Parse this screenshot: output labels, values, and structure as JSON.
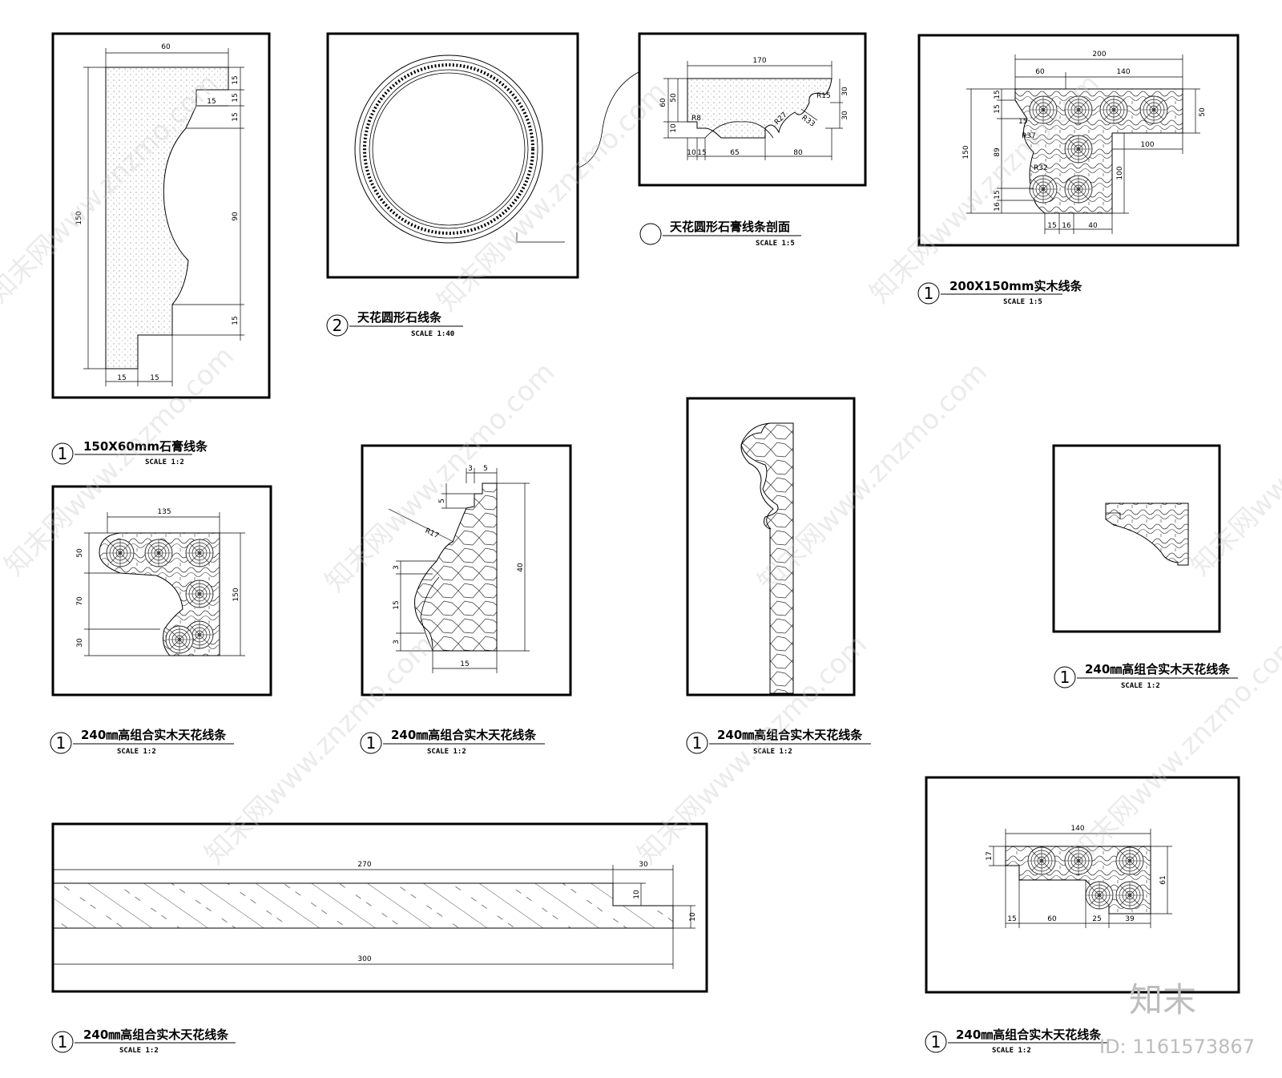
{
  "drawings": [
    {
      "id": "d1",
      "number": "1",
      "title": "150X60mm石膏线条",
      "scale": "SCALE 1:2",
      "dims": {
        "w": "60",
        "h": "150",
        "a": "15",
        "b": "15",
        "c": "15",
        "d": "15",
        "e": "90",
        "f": "15",
        "g": "15",
        "h2": "15"
      }
    },
    {
      "id": "d2",
      "number": "2",
      "title": "天花圆形石线条",
      "scale": "SCALE 1:40"
    },
    {
      "id": "d3",
      "number": "",
      "title": "天花圆形石膏线条剖面",
      "scale": "SCALE 1:5",
      "dims": {
        "w": "170",
        "h1": "60",
        "h2": "50",
        "h3": "10",
        "r1": "R15",
        "r2": "R33",
        "r3": "R27",
        "r4": "R8",
        "v1": "30",
        "v2": "30",
        "b1": "10",
        "b2": "15",
        "b3": "65",
        "b4": "80"
      }
    },
    {
      "id": "d4",
      "number": "1",
      "title": "200X150mm实木线条",
      "scale": "SCALE 1:5",
      "dims": {
        "w": "200",
        "w1": "60",
        "w2": "140",
        "h": "150",
        "v1": "15",
        "v2": "15",
        "v3": "89",
        "v4": "15",
        "v5": "16",
        "r1": "R37",
        "r2": "R32",
        "s1": "15",
        "r": "50",
        "m": "100",
        "m2": "100",
        "b1": "15",
        "b2": "16",
        "b3": "40"
      }
    },
    {
      "id": "d5",
      "number": "1",
      "title": "240㎜高组合实木天花线条",
      "scale": "SCALE 1:2",
      "dims": {
        "w": "135",
        "h": "150",
        "v1": "50",
        "v2": "70",
        "v3": "30"
      }
    },
    {
      "id": "d6",
      "number": "1",
      "title": "240㎜高组合实木天花线条",
      "scale": "SCALE 1:2",
      "dims": {
        "t1": "3",
        "t2": "5",
        "v1": "5",
        "r": "R17",
        "h": "40",
        "v2": "3",
        "v3": "15",
        "v4": "3",
        "b": "15"
      }
    },
    {
      "id": "d7",
      "number": "1",
      "title": "240㎜高组合实木天花线条",
      "scale": "SCALE 1:2"
    },
    {
      "id": "d8",
      "number": "1",
      "title": "240㎜高组合实木天花线条",
      "scale": "SCALE 1:2"
    },
    {
      "id": "d9",
      "number": "1",
      "title": "240㎜高组合实木天花线条",
      "scale": "SCALE 1:2",
      "dims": {
        "a": "270",
        "b": "30",
        "c": "10",
        "d": "10",
        "e": "300"
      }
    },
    {
      "id": "d10",
      "number": "1",
      "title": "240㎜高组合实木天花线条",
      "scale": "SCALE 1:2",
      "dims": {
        "w": "140",
        "h1": "17",
        "h2": "61",
        "b1": "15",
        "b2": "60",
        "b3": "25",
        "b4": "39"
      }
    }
  ],
  "watermark": {
    "text": "知末网www.znzmo.com",
    "logo": "知末",
    "id": "ID: 1161573867"
  },
  "colors": {
    "line": "#000000",
    "hatch": "#555555",
    "watermark": "#bdbdbd"
  }
}
